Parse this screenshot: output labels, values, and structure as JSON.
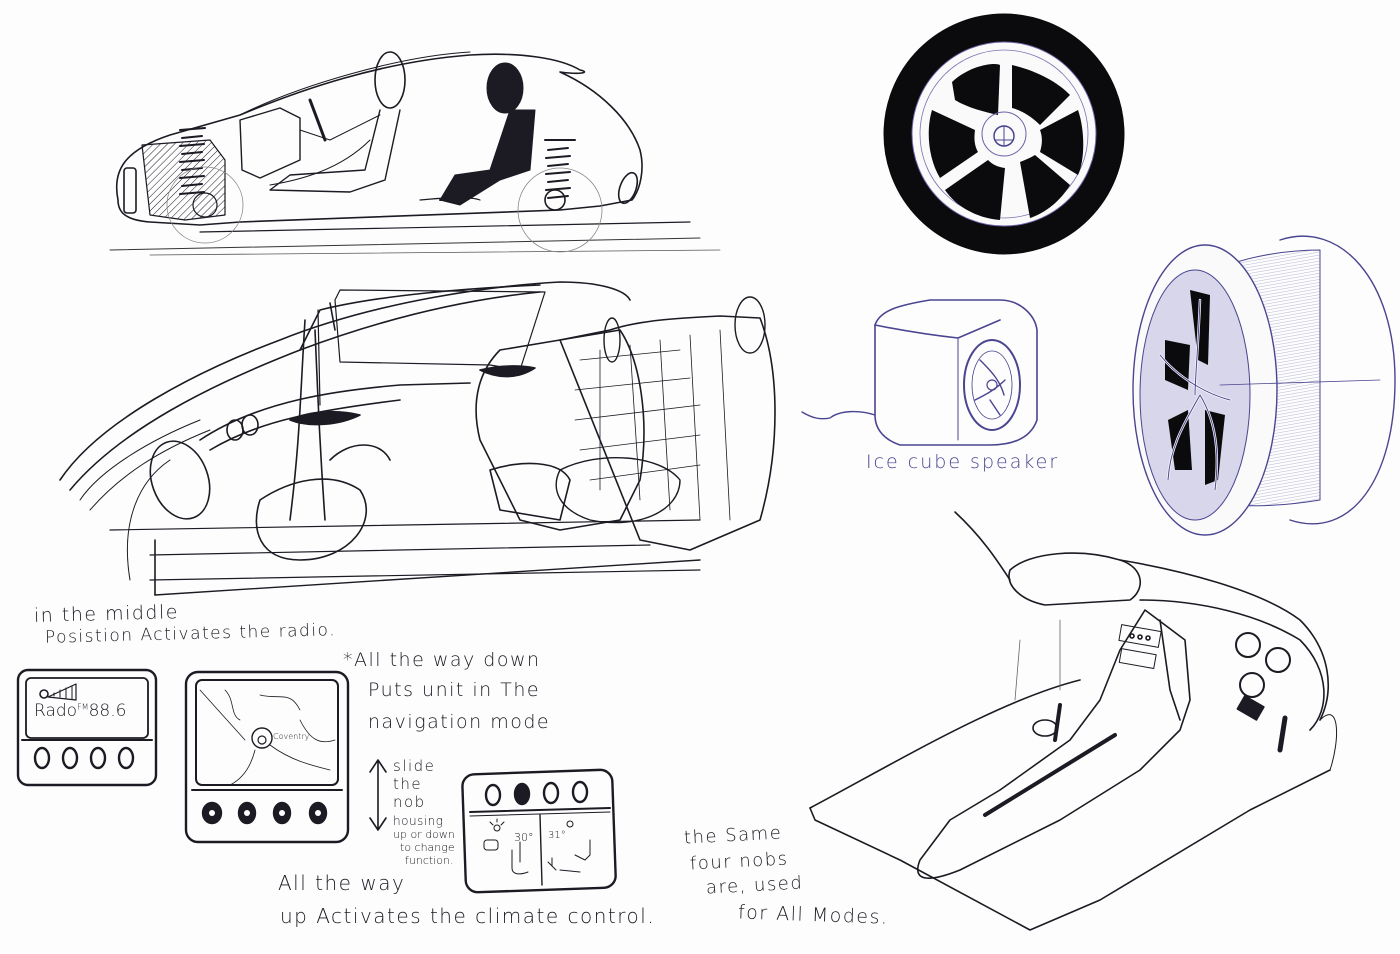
{
  "page": {
    "title": "Car interior concept sketches",
    "colors": {
      "ink": "#1c1a22",
      "blue_pen": "#4a4590",
      "paper": "#fdfdfd",
      "tire": "#0b0b0d"
    }
  },
  "sketches": [
    {
      "id": "side-section",
      "label": "Side section view of car with occupants and suspension"
    },
    {
      "id": "interior-perspective",
      "label": "Perspective cutaway of interior with front and rear seats"
    },
    {
      "id": "wheel-front",
      "label": "Five-spoke wheel, front view"
    },
    {
      "id": "wheel-perspective",
      "label": "Five-spoke wheel, perspective view"
    },
    {
      "id": "ice-cube-speaker",
      "label": "Ice cube speaker"
    },
    {
      "id": "dashboard-console",
      "label": "Dashboard and center console perspective"
    },
    {
      "id": "radio-unit",
      "label": "Radio mode display"
    },
    {
      "id": "nav-unit",
      "label": "Navigation mode display"
    },
    {
      "id": "climate-unit",
      "label": "Climate control display"
    }
  ],
  "annotations": {
    "middle_line1": "in the middle",
    "middle_line2": "Posistion Activates the radio.",
    "down_line1": "*All the way   down",
    "down_line2": "Puts  unit  in  The",
    "down_line3": "navigation mode",
    "slide_line1": "slide",
    "slide_line2": "the",
    "slide_line3": "nob",
    "slide_line4": "housing",
    "slide_line5": "up or down",
    "slide_line6": "to change",
    "slide_line7": "function.",
    "up_line1": "All   the  way",
    "up_line2": "up   Activates  the  climate  control.",
    "same_line1": "the Same",
    "same_line2": "four nobs",
    "same_line3": "are, used",
    "same_line4": "for All  Modes.",
    "speaker_label": "Ice cube speaker"
  },
  "radio_display": {
    "label": "Rado",
    "band": "FM",
    "frequency": "88.6",
    "knob_count": 4
  },
  "nav_display": {
    "location": "Coventry",
    "knob_count": 4
  },
  "climate_display": {
    "left_temp": "30°",
    "right_temp": "31°",
    "knob_count": 4
  }
}
